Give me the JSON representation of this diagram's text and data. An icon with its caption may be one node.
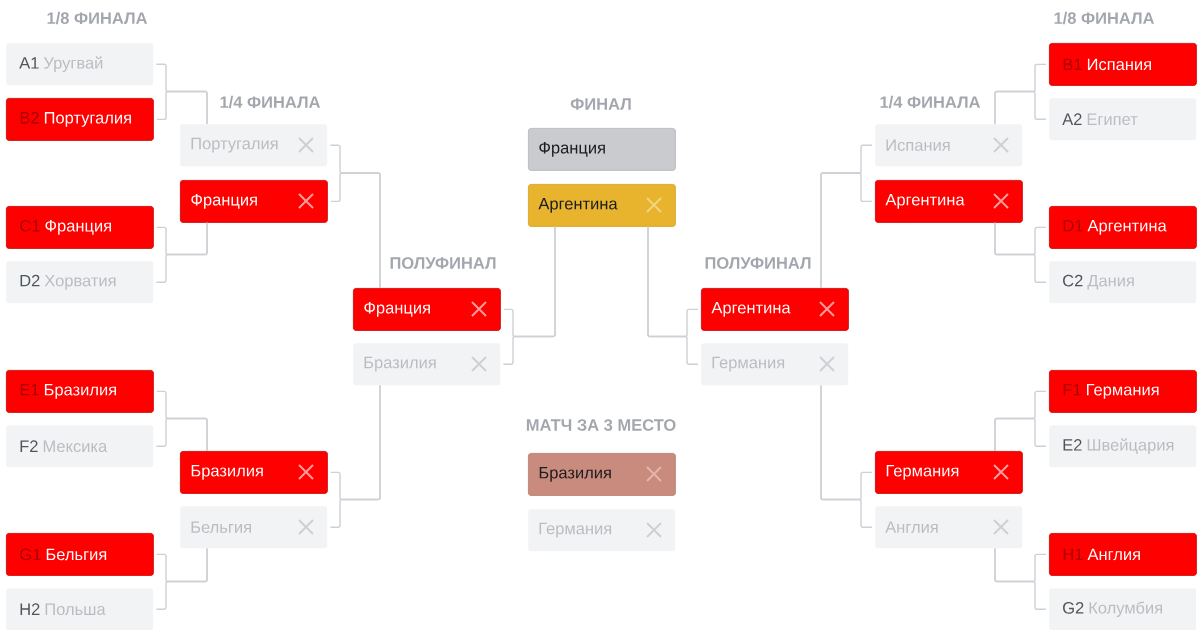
{
  "diagram": {
    "nodes": [
      {
        "text": [
          "A1",
          "Уругвай"
        ]
      },
      {
        "text": [
          "B2",
          "Португалия"
        ]
      },
      {
        "text": [
          "C1",
          "Франция"
        ]
      },
      {
        "text": [
          "D2",
          "Хорватия"
        ]
      },
      {
        "text": [
          "E1",
          "Бразилия"
        ]
      },
      {
        "text": [
          "F2",
          "Мексика"
        ]
      },
      {
        "text": [
          "G1",
          "Бельгия"
        ]
      },
      {
        "text": [
          "H2",
          "Польша"
        ]
      },
      {
        "text": [
          "Португалия"
        ]
      },
      {
        "text": [
          "Франция"
        ]
      },
      {
        "text": [
          "Бразилия"
        ]
      },
      {
        "text": [
          "Бельгия"
        ]
      },
      {
        "text": [
          "Франция"
        ]
      },
      {
        "text": [
          "Бразилия"
        ]
      },
      {
        "text": [
          "Франция"
        ]
      },
      {
        "text": [
          "Аргентина"
        ]
      },
      {
        "text": [
          "Бразилия"
        ]
      },
      {
        "text": [
          "Германия"
        ]
      },
      {
        "text": [
          "Аргентина"
        ]
      },
      {
        "text": [
          "Германия"
        ]
      },
      {
        "text": [
          "Испания"
        ]
      },
      {
        "text": [
          "Аргентина"
        ]
      },
      {
        "text": [
          "Германия"
        ]
      },
      {
        "text": [
          "Англия"
        ]
      },
      {
        "text": [
          "B1",
          "Испания"
        ]
      },
      {
        "text": [
          "A2",
          "Египет"
        ]
      },
      {
        "text": [
          "D1",
          "Аргентина"
        ]
      },
      {
        "text": [
          "C2",
          "Дания"
        ]
      },
      {
        "text": [
          "F1",
          "Германия"
        ]
      },
      {
        "text": [
          "E2",
          "Швейцария"
        ]
      },
      {
        "text": [
          "H1",
          "Англия"
        ]
      },
      {
        "text": [
          "G2",
          "Колумбия"
        ]
      }
    ],
    "edges": [
      {
        "from": 0,
        "to": 8,
        "arrow": "none"
      },
      {
        "from": 1,
        "to": 8,
        "arrow": "none"
      },
      {
        "from": 2,
        "to": 9,
        "arrow": "none"
      },
      {
        "from": 3,
        "to": 9,
        "arrow": "none"
      },
      {
        "from": 4,
        "to": 10,
        "arrow": "none"
      },
      {
        "from": 5,
        "to": 10,
        "arrow": "none"
      },
      {
        "from": 6,
        "to": 11,
        "arrow": "none"
      },
      {
        "from": 7,
        "to": 11,
        "arrow": "none"
      },
      {
        "from": 8,
        "to": 12,
        "arrow": "none"
      },
      {
        "from": 9,
        "to": 12,
        "arrow": "none"
      },
      {
        "from": 10,
        "to": 13,
        "arrow": "none"
      },
      {
        "from": 11,
        "to": 13,
        "arrow": "none"
      },
      {
        "from": 12,
        "to": 15,
        "arrow": "none"
      },
      {
        "from": 13,
        "to": 15,
        "arrow": "none"
      },
      {
        "from": 18,
        "to": 15,
        "arrow": "none"
      },
      {
        "from": 19,
        "to": 15,
        "arrow": "none"
      },
      {
        "from": 20,
        "to": 18,
        "arrow": "none"
      },
      {
        "from": 21,
        "to": 18,
        "arrow": "none"
      },
      {
        "from": 22,
        "to": 19,
        "arrow": "none"
      },
      {
        "from": 23,
        "to": 19,
        "arrow": "none"
      },
      {
        "from": 24,
        "to": 20,
        "arrow": "none"
      },
      {
        "from": 25,
        "to": 20,
        "arrow": "none"
      },
      {
        "from": 26,
        "to": 21,
        "arrow": "none"
      },
      {
        "from": 27,
        "to": 21,
        "arrow": "none"
      },
      {
        "from": 28,
        "to": 22,
        "arrow": "none"
      },
      {
        "from": 29,
        "to": 22,
        "arrow": "none"
      },
      {
        "from": 30,
        "to": 23,
        "arrow": "none"
      },
      {
        "from": 31,
        "to": 23,
        "arrow": "none"
      }
    ],
    "labels": [
      "1/8 ФИНАЛА",
      "1/8 ФИНАЛА",
      "1/4 ФИНАЛА",
      "ФИНАЛ",
      "1/4 ФИНАЛА",
      "ПОЛУФИНАЛ",
      "ПОЛУФИНАЛ",
      "МАТЧ ЗА 3 МЕСТО"
    ]
  }
}
